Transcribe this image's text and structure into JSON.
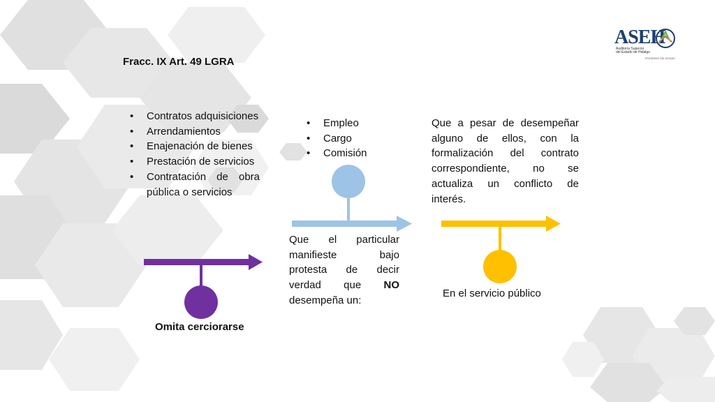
{
  "title": "Fracc. IX Art. 49 LGRA",
  "list_left": [
    "Contratos adquisiciones",
    "Arrendamientos",
    "Enajenación de bienes",
    "Prestación de servicios",
    "Contratación de obra pública o servicios"
  ],
  "list_center": [
    "Empleo",
    "Cargo",
    "Comisión"
  ],
  "paragraph_center": {
    "before": "Que el particular manifieste bajo protesta de decir verdad que ",
    "bold": "NO",
    "after": " desempeña un:"
  },
  "paragraph_right": "Que a pesar de desempeñar alguno de ellos, con la formalización del contrato correspondiente, no se actualiza un conflicto de interés.",
  "label_left": "Omita cerciorarse",
  "label_right": "En el servicio público",
  "logo": {
    "name": "ASEH",
    "sub_line1": "Auditoría Superior",
    "sub_line2": "del Estado de Hidalgo",
    "small": "PROGRESO DEL ESTADO"
  },
  "colors": {
    "purple": "#7030a0",
    "light_blue": "#9dc3e6",
    "gold": "#ffc000",
    "background_cubes": "#d9d9d9"
  }
}
